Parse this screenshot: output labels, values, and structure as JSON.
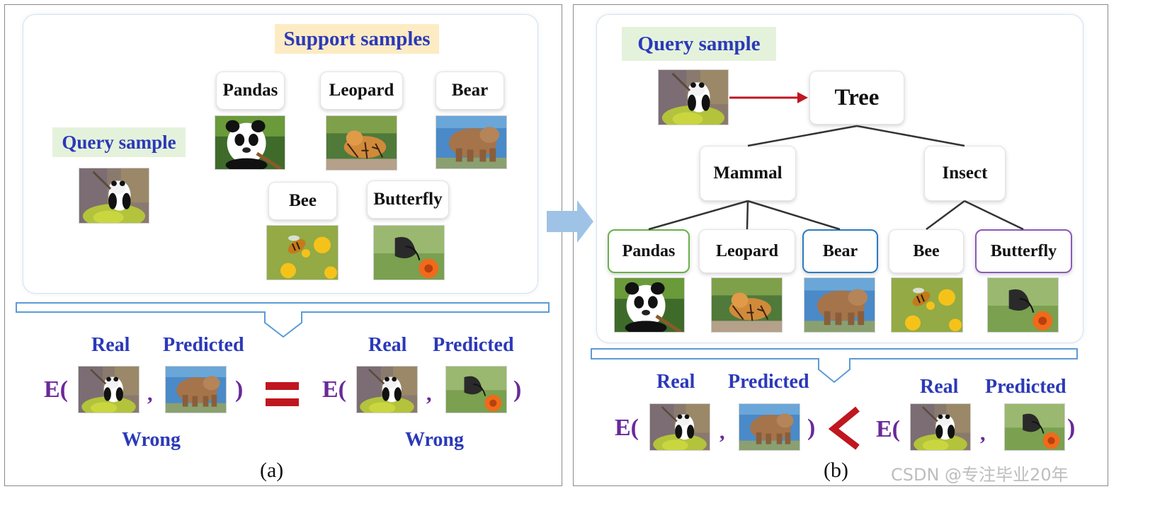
{
  "panel_a": {
    "support_title": "Support samples",
    "query_title": "Query sample",
    "support_items": [
      "Pandas",
      "Leopard",
      "Bear",
      "Bee",
      "Butterfly"
    ],
    "eq_left": {
      "real": "Real",
      "predicted": "Predicted",
      "verdict": "Wrong"
    },
    "eq_right": {
      "real": "Real",
      "predicted": "Predicted",
      "verdict": "Wrong"
    },
    "e_label": "E(",
    "close_paren": ")",
    "comma": ",",
    "operator": "=",
    "caption": "(a)"
  },
  "panel_b": {
    "query_title": "Query sample",
    "root": "Tree",
    "level1": [
      "Mammal",
      "Insect"
    ],
    "leaves": [
      "Pandas",
      "Leopard",
      "Bear",
      "Bee",
      "Butterfly"
    ],
    "eq_left": {
      "real": "Real",
      "predicted": "Predicted"
    },
    "eq_right": {
      "real": "Real",
      "predicted": "Predicted"
    },
    "e_label": "E(",
    "close_paren": ")",
    "comma": ",",
    "operator": "<",
    "caption": "(b)"
  },
  "colors": {
    "label_blue": "#2b39b8",
    "e_purple": "#6a2a9a",
    "operator_red": "#c0161f",
    "arrow_blue": "#9fc3e6",
    "pandas_border": "#6ab04c",
    "bear_border": "#2b7bbf",
    "butterfly_border": "#8a5ab8"
  },
  "watermark": "CSDN @专注毕业20年"
}
